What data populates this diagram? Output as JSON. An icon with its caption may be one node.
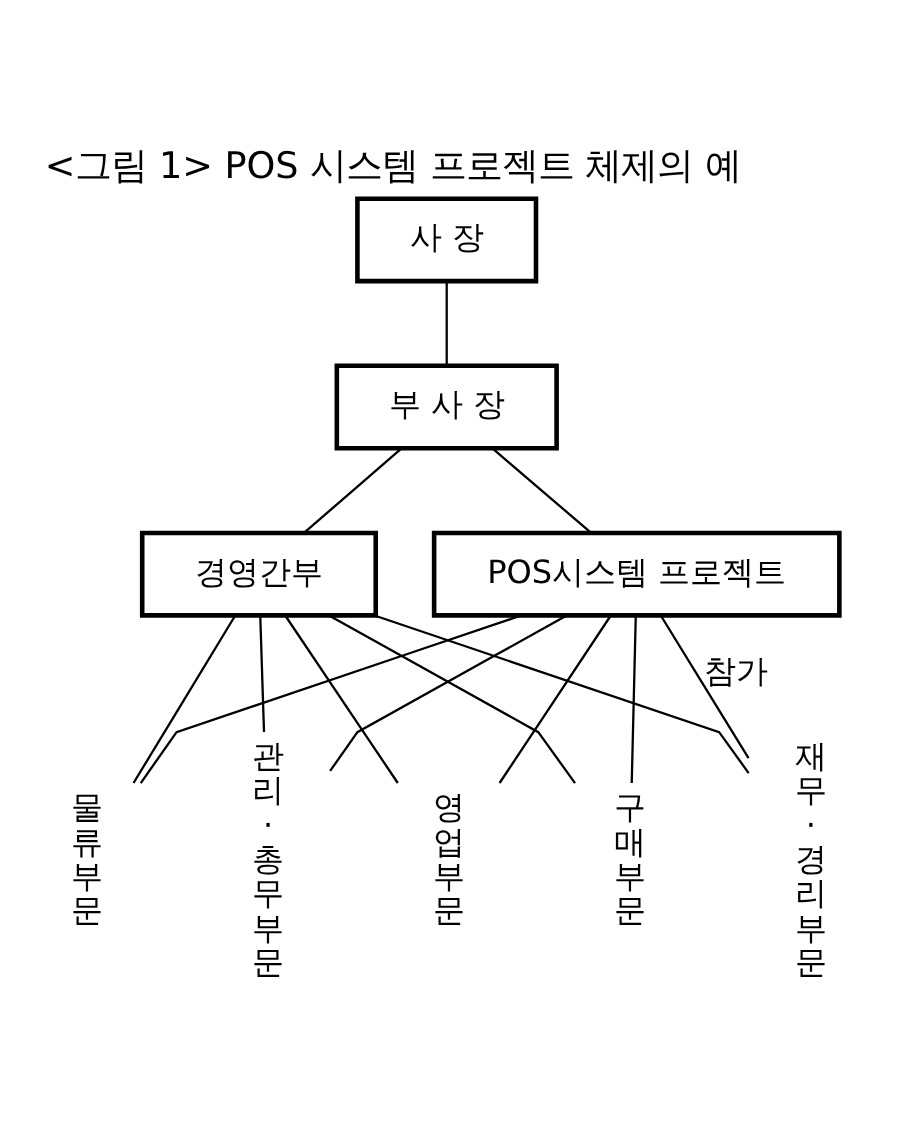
{
  "diagram": {
    "title": "<그림 1> POS 시스템 프로젝트 체제의 예",
    "nodes": [
      {
        "text": [
          "사 장"
        ]
      },
      {
        "text": [
          "부 사 장"
        ]
      },
      {
        "text": [
          "경영간부"
        ]
      },
      {
        "text": [
          "POS시스템 프로젝트"
        ]
      },
      {
        "text": [
          "관리·총무부문"
        ]
      },
      {
        "text": [
          "물류부문"
        ]
      },
      {
        "text": [
          "구매부문"
        ]
      },
      {
        "text": [
          "영업부문"
        ]
      },
      {
        "text": [
          "재무·경리부문"
        ]
      }
    ],
    "edges": [
      {
        "from": 0,
        "to": 1,
        "arrow": "none"
      },
      {
        "from": 1,
        "to": 2,
        "arrow": "none"
      },
      {
        "from": 1,
        "to": 3,
        "arrow": "none"
      },
      {
        "from": 2,
        "to": 4,
        "arrow": "none"
      },
      {
        "from": 2,
        "to": 5,
        "arrow": "none"
      },
      {
        "from": 2,
        "to": 6,
        "arrow": "none"
      },
      {
        "from": 2,
        "to": 7,
        "arrow": "none"
      },
      {
        "from": 2,
        "to": 8,
        "arrow": "none"
      },
      {
        "from": 3,
        "to": 8,
        "arrow": "none",
        "label": "참가"
      },
      {
        "from": 3,
        "to": 7,
        "arrow": "none"
      },
      {
        "from": 3,
        "to": 6,
        "arrow": "none"
      },
      {
        "from": 3,
        "to": 5,
        "arrow": "none"
      },
      {
        "from": 3,
        "to": 4,
        "arrow": "none"
      }
    ]
  }
}
